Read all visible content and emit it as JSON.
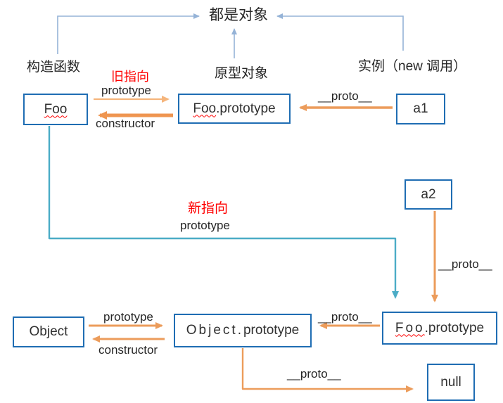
{
  "title": "都是对象",
  "colors": {
    "box_border": "#1f6db3",
    "blue_arrow": "#95b3d7",
    "teal_arrow": "#4bacc6",
    "orange_arrow": "#ec9c5b",
    "orange_thick_arrow": "#ef9550",
    "orange_light_arrow": "#f5b57c",
    "red_text": "#ff0000"
  },
  "boxes": {
    "foo": {
      "wavy_text": "Foo",
      "rest_text": ""
    },
    "foo_prototype": {
      "wavy_text": "Foo",
      "rest_text": ".prototype"
    },
    "a1": {
      "text": "a1"
    },
    "a2": {
      "text": "a2"
    },
    "object": {
      "text": "Object"
    },
    "object_prototype": {
      "spaced_text": "Object.",
      "rest_text": "prototype"
    },
    "foo_prototype2": {
      "wavy_text": "Foo",
      "rest_text": ".prototype"
    },
    "null_box": {
      "text": "null"
    }
  },
  "labels": {
    "constructor_fn": "构造函数",
    "prototype_obj": "原型对象",
    "instance": "实例（new 调用）",
    "old_pointer": "旧指向",
    "new_pointer": "新指向",
    "prototype_top": "prototype",
    "constructor_top": "constructor",
    "proto_a1": "__proto__",
    "prototype_new": "prototype",
    "proto_a2": "__proto__",
    "prototype_bottom": "prototype",
    "constructor_bottom": "constructor",
    "proto_foo2": "__proto__",
    "proto_null": "__proto__"
  }
}
